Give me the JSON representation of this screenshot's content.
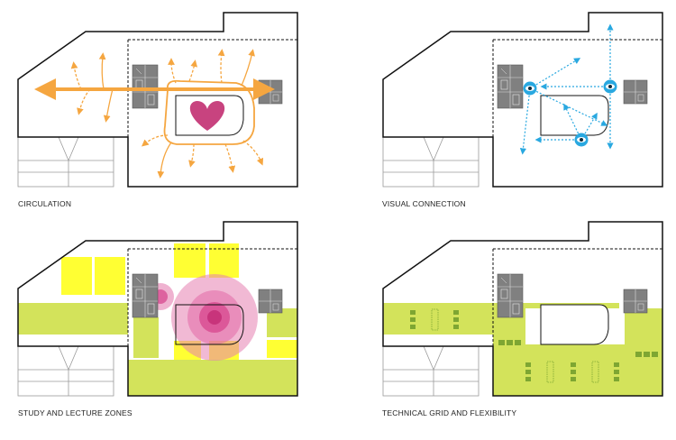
{
  "panels": [
    {
      "caption": "CIRCULATION"
    },
    {
      "caption": "VISUAL CONNECTION"
    },
    {
      "caption": "STUDY AND LECTURE ZONES"
    },
    {
      "caption": "TECHNICAL GRID AND FLEXIBILITY"
    }
  ],
  "colors": {
    "outline": "#111111",
    "annex": "#999999",
    "core": "#7f7f7f",
    "circulation": "#f5a640",
    "heart": "#c8437f",
    "vision": "#29a8e0",
    "study": "#ffff33",
    "lecture": "#e57fb0",
    "grid": "#d3e35b",
    "grid_module": "#7ea632"
  },
  "icons": {
    "heart": "heart-icon",
    "eye": "eye-icon",
    "core": "stair-core-icon"
  }
}
